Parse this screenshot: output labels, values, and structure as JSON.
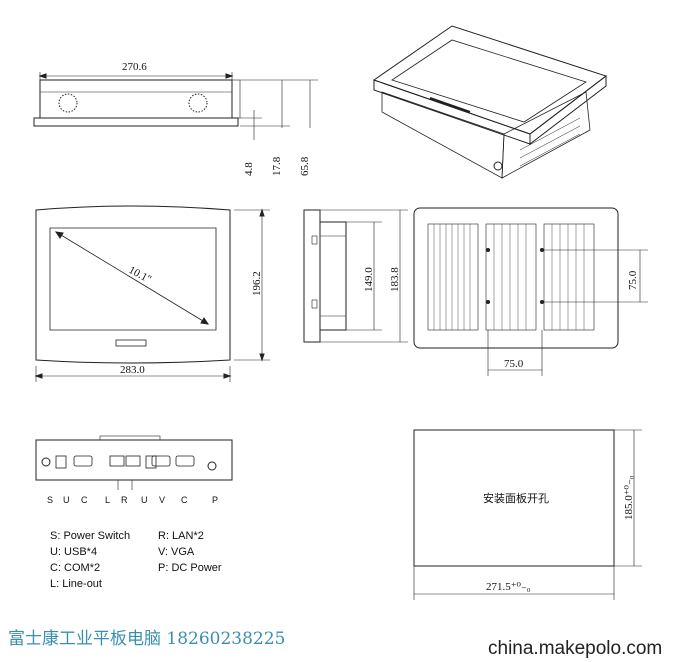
{
  "top_view": {
    "width": "270.6",
    "h1": "4.8",
    "h2": "17.8",
    "h3": "65.8"
  },
  "front_view": {
    "diagonal": "10.1\"",
    "width": "283.0",
    "height": "196.2"
  },
  "side_view": {
    "h1": "149.0",
    "h2": "183.8"
  },
  "back_view": {
    "hole_spacing_v": "75.0",
    "hole_spacing_h": "75.0"
  },
  "io_view": {
    "port_letters": [
      "S",
      "U",
      "C",
      "L",
      "R",
      "U",
      "V",
      "C",
      "P"
    ]
  },
  "legend": {
    "s": "S: Power Switch",
    "u": "U: USB*4",
    "c": "C: COM*2",
    "l": "L: Line-out",
    "r": "R: LAN*2",
    "v": "V: VGA",
    "p": "P: DC Power"
  },
  "cutout": {
    "label": "安装面板开孔",
    "width": "271.5⁺⁰₋₀",
    "height": "185.0⁺⁰₋₀"
  },
  "footer": {
    "company": "富士康工业平板电脑  18260238225",
    "watermark": "china.makepolo.com"
  }
}
